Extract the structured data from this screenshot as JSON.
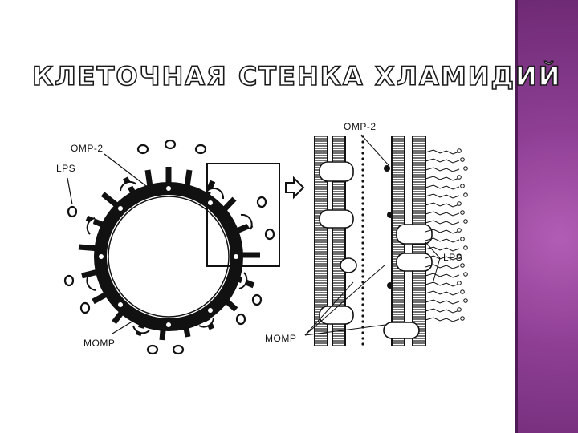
{
  "slide": {
    "title": "КЛЕТОЧНАЯ СТЕНКА ХЛАМИДИЙ"
  },
  "diagram": {
    "left_labels": {
      "omp2": "OMP-2",
      "lps": "LPS",
      "momp": "MOMP"
    },
    "right_labels": {
      "omp2": "OMP-2",
      "lps": "LPS",
      "momp": "MOMP"
    }
  },
  "colors": {
    "accent_band": "#8e3f94",
    "ink": "#111111"
  }
}
